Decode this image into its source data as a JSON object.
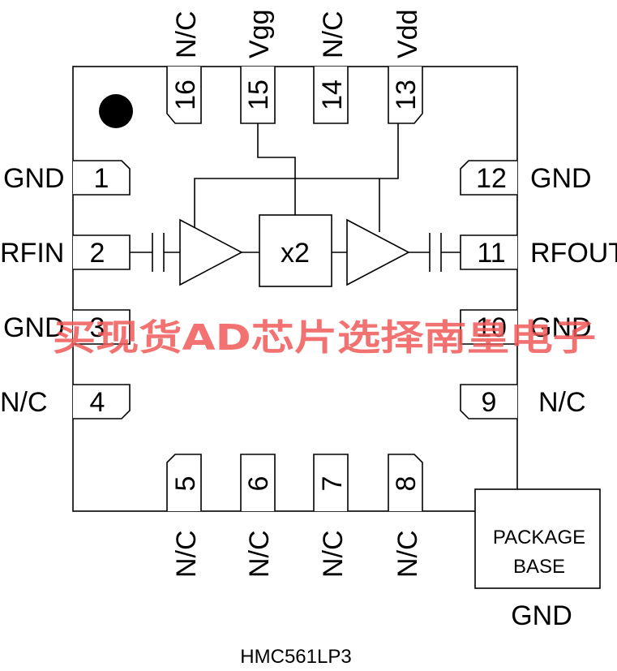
{
  "chip": {
    "part_number": "HMC561LP3",
    "mult_label": "x2"
  },
  "pins_top": [
    {
      "num": "16",
      "label": "N/C"
    },
    {
      "num": "15",
      "label": "Vgg"
    },
    {
      "num": "14",
      "label": "N/C"
    },
    {
      "num": "13",
      "label": "Vdd"
    }
  ],
  "pins_left": [
    {
      "num": "1",
      "label": "GND"
    },
    {
      "num": "2",
      "label": "RFIN"
    },
    {
      "num": "3",
      "label": "GND"
    },
    {
      "num": "4",
      "label": "N/C"
    }
  ],
  "pins_right": [
    {
      "num": "12",
      "label": "GND"
    },
    {
      "num": "11",
      "label": "RFOUT"
    },
    {
      "num": "10",
      "label": "GND"
    },
    {
      "num": "9",
      "label": "N/C"
    }
  ],
  "pins_bottom": [
    {
      "num": "5",
      "label": "N/C"
    },
    {
      "num": "6",
      "label": "N/C"
    },
    {
      "num": "7",
      "label": "N/C"
    },
    {
      "num": "8",
      "label": "N/C"
    }
  ],
  "package_base": {
    "line1": "PACKAGE",
    "line2": "BASE",
    "ground_label": "GND"
  },
  "watermark": "买现货AD芯片选择南皇电子"
}
